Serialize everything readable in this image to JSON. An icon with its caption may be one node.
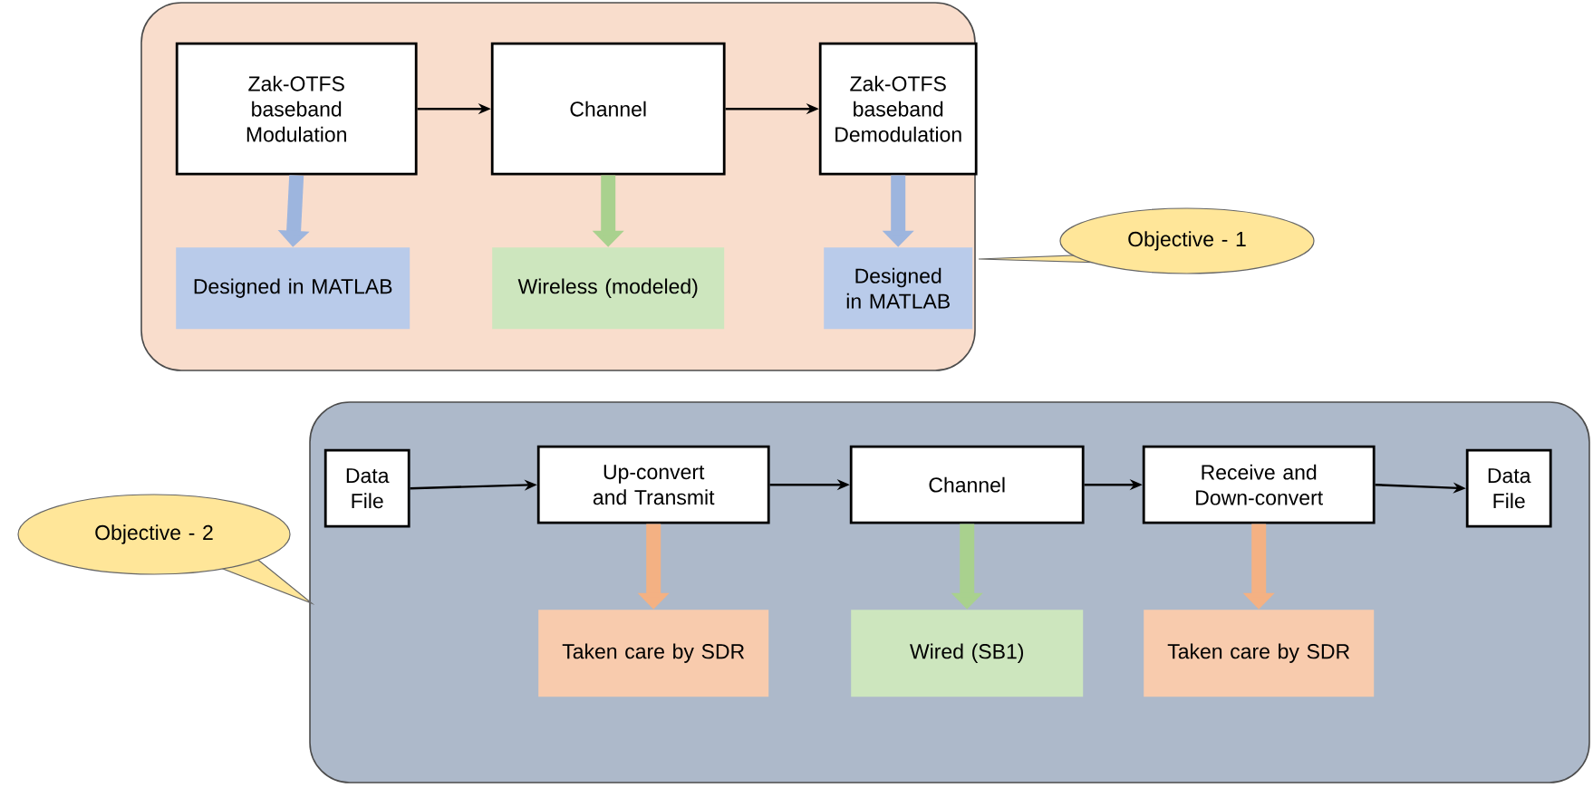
{
  "diagram": {
    "nodes": [
      {
        "text": [],
        "shape": "box"
      },
      {
        "text": [
          "Zak-OTFS baseband Modulation"
        ],
        "in": 0
      },
      {
        "text": [
          "Channel"
        ],
        "in": 0
      },
      {
        "text": [
          "Zak-OTFS baseband Demodulation"
        ],
        "in": 0
      },
      {
        "text": [
          "Designed in MATLAB"
        ],
        "in": 0
      },
      {
        "text": [
          "Wireless (modeled)"
        ],
        "in": 0
      },
      {
        "text": [
          "Designed in MATLAB"
        ],
        "in": 0
      },
      {
        "text": [
          "Objective - 1"
        ]
      },
      {
        "text": [],
        "shape": "box"
      },
      {
        "text": [
          "Data File"
        ],
        "in": 8
      },
      {
        "text": [
          "Up-convert and Transmit"
        ],
        "in": 8
      },
      {
        "text": [
          "Channel"
        ],
        "in": 8
      },
      {
        "text": [
          "Receive and Down-convert"
        ],
        "in": 8
      },
      {
        "text": [
          "Data File"
        ],
        "in": 8
      },
      {
        "text": [
          "Taken care by SDR"
        ],
        "in": 8
      },
      {
        "text": [
          "Wired (SB1)"
        ],
        "in": 8
      },
      {
        "text": [
          "Taken care by SDR"
        ],
        "in": 8
      },
      {
        "text": [
          "Objective - 2"
        ]
      }
    ],
    "edges": [
      {
        "from": 1,
        "to": 2,
        "arrow": "to"
      },
      {
        "from": 2,
        "to": 3,
        "arrow": "to"
      },
      {
        "from": 1,
        "to": 4,
        "arrow": "to",
        "style": "thick",
        "color": "#9db5de"
      },
      {
        "from": 2,
        "to": 5,
        "arrow": "to",
        "style": "thick",
        "color": "#a9d18e"
      },
      {
        "from": 3,
        "to": 6,
        "arrow": "to",
        "style": "thick",
        "color": "#9db5de"
      },
      {
        "from": 9,
        "to": 10,
        "arrow": "to"
      },
      {
        "from": 10,
        "to": 11,
        "arrow": "to"
      },
      {
        "from": 11,
        "to": 12,
        "arrow": "to"
      },
      {
        "from": 12,
        "to": 13,
        "arrow": "to"
      },
      {
        "from": 10,
        "to": 14,
        "arrow": "to",
        "style": "thick",
        "color": "#f4b183"
      },
      {
        "from": 11,
        "to": 15,
        "arrow": "to",
        "style": "thick",
        "color": "#a9d18e"
      },
      {
        "from": 12,
        "to": 16,
        "arrow": "to",
        "style": "thick",
        "color": "#f4b183"
      }
    ]
  }
}
